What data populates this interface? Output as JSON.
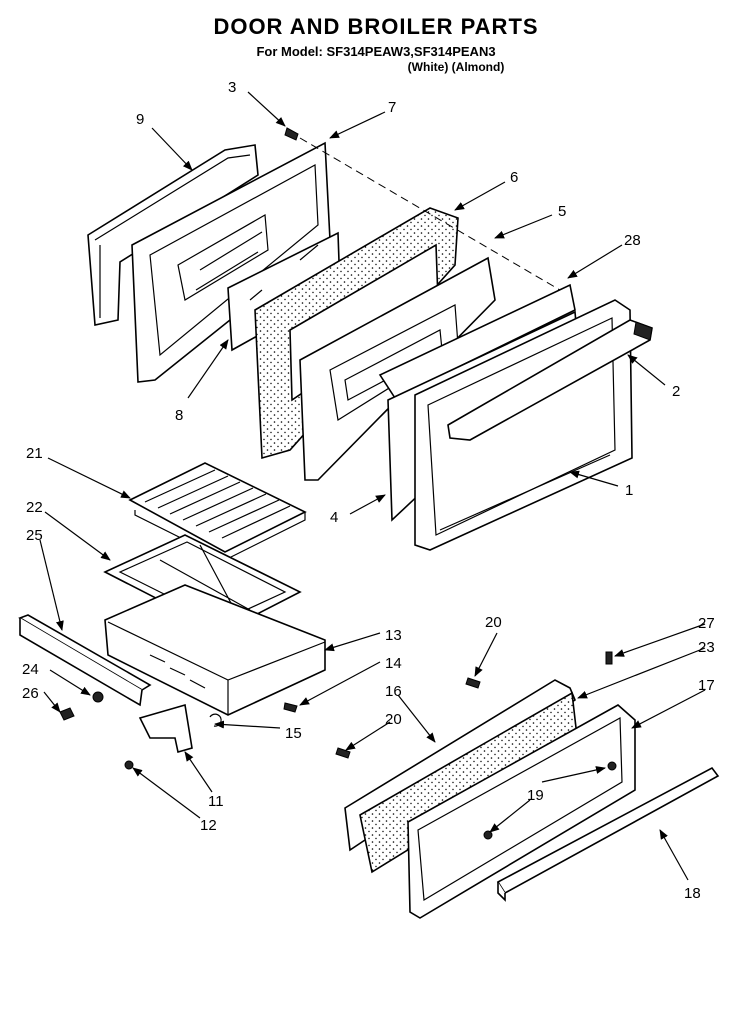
{
  "header": {
    "title": "DOOR AND BROILER PARTS",
    "models_line": "For Model: SF314PEAW3,SF314PEAN3",
    "colors_line": "(White)   (Almond)"
  },
  "callouts": [
    "1",
    "2",
    "3",
    "4",
    "5",
    "6",
    "7",
    "8",
    "9",
    "11",
    "12",
    "13",
    "14",
    "15",
    "16",
    "17",
    "18",
    "19",
    "20",
    "20",
    "21",
    "22",
    "23",
    "24",
    "25",
    "26",
    "27",
    "28"
  ]
}
